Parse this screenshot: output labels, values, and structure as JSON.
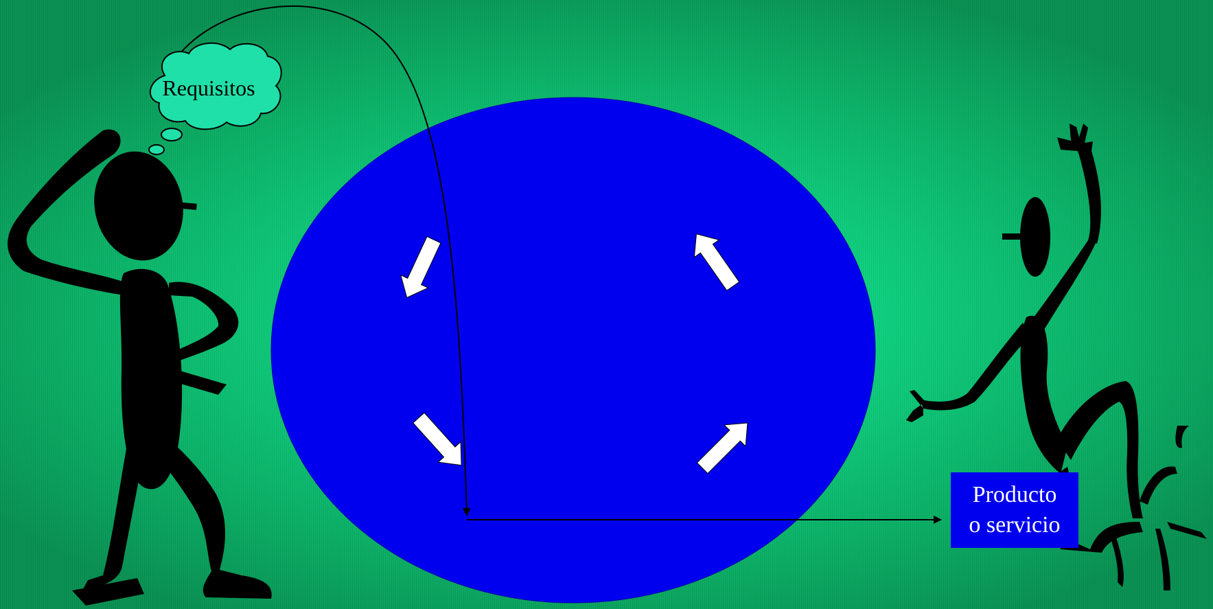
{
  "diagram": {
    "thought_cloud": {
      "label": "Requisitos"
    },
    "output_box": {
      "line1": "Producto",
      "line2": "o servicio",
      "color": "#0000ee"
    },
    "process_circle": {
      "color": "#0000ee",
      "arrow_color": "#ffffff",
      "arrow_count": 4
    },
    "background": {
      "color_center": "#0fe690",
      "color_edge": "#058e4f"
    },
    "silhouettes": [
      "thinking-person",
      "receiving-person"
    ]
  }
}
